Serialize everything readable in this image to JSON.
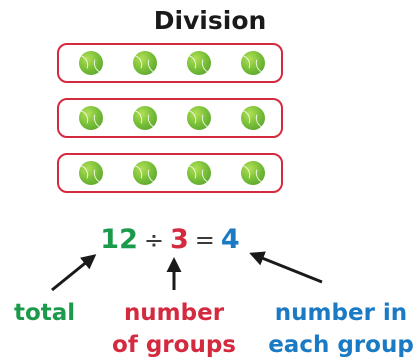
{
  "title": "Division",
  "colors": {
    "group_border": "#d42a3f",
    "total": "#1b9a4b",
    "groups": "#d42a3f",
    "each": "#1a7ac4",
    "ball": "#7cc13a",
    "arrow": "#1a1a1a"
  },
  "diagram": {
    "groups": 3,
    "balls_per_group": 4,
    "item_icon": "tennis-ball-icon"
  },
  "equation": {
    "total": "12",
    "divide_sign": "÷",
    "groups": "3",
    "equals_sign": "=",
    "quotient": "4"
  },
  "labels": {
    "total": "total",
    "groups_line1": "number",
    "groups_line2": "of groups",
    "each_line1": "number in",
    "each_line2": "each group"
  }
}
